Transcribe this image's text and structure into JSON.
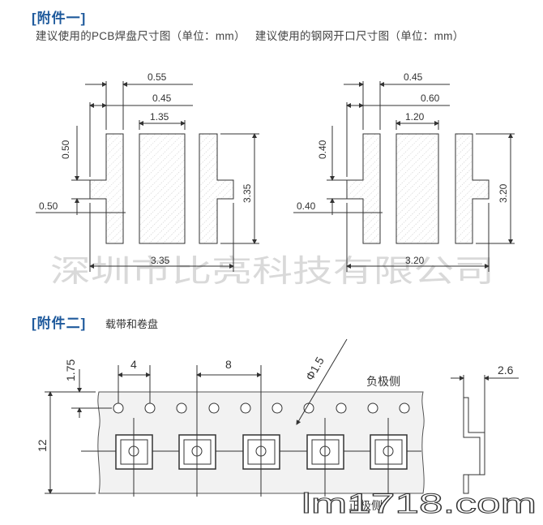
{
  "section1": {
    "bracket_open": "[",
    "title": "附件一",
    "bracket_close": "]",
    "subtitle_pcb": "建议使用的PCB焊盘尺寸图（单位：mm）",
    "subtitle_stencil": "建议使用的钢网开口尺寸图（单位：mm）"
  },
  "pcb": {
    "dim_top1": "0.55",
    "dim_top2": "0.45",
    "dim_center_width": "1.35",
    "dim_left_upper": "0.50",
    "dim_left_lower": "0.50",
    "dim_height": "3.35",
    "dim_bottom": "3.35"
  },
  "stencil": {
    "dim_top1": "0.45",
    "dim_top2": "0.60",
    "dim_center_width": "1.20",
    "dim_left_upper": "0.40",
    "dim_left_lower": "0.40",
    "dim_height": "3.20",
    "dim_bottom": "3.20"
  },
  "watermark": "深圳市比亮科技有限公司",
  "section2": {
    "bracket_open": "[",
    "title": "附件二",
    "bracket_close": "]",
    "subtitle": "载带和卷盘"
  },
  "tape": {
    "dim_175": "1.75",
    "dim_4": "4",
    "dim_8": "8",
    "dim_phi": "Φ1.5",
    "dim_12": "12",
    "dim_26": "2.6",
    "neg_side": "负极侧",
    "pos_side": "正极侧"
  },
  "bottom_watermark": "lm1718.com",
  "colors": {
    "heading": "#1f5a9c",
    "line": "#333333",
    "watermark": "#d9d9d9"
  }
}
